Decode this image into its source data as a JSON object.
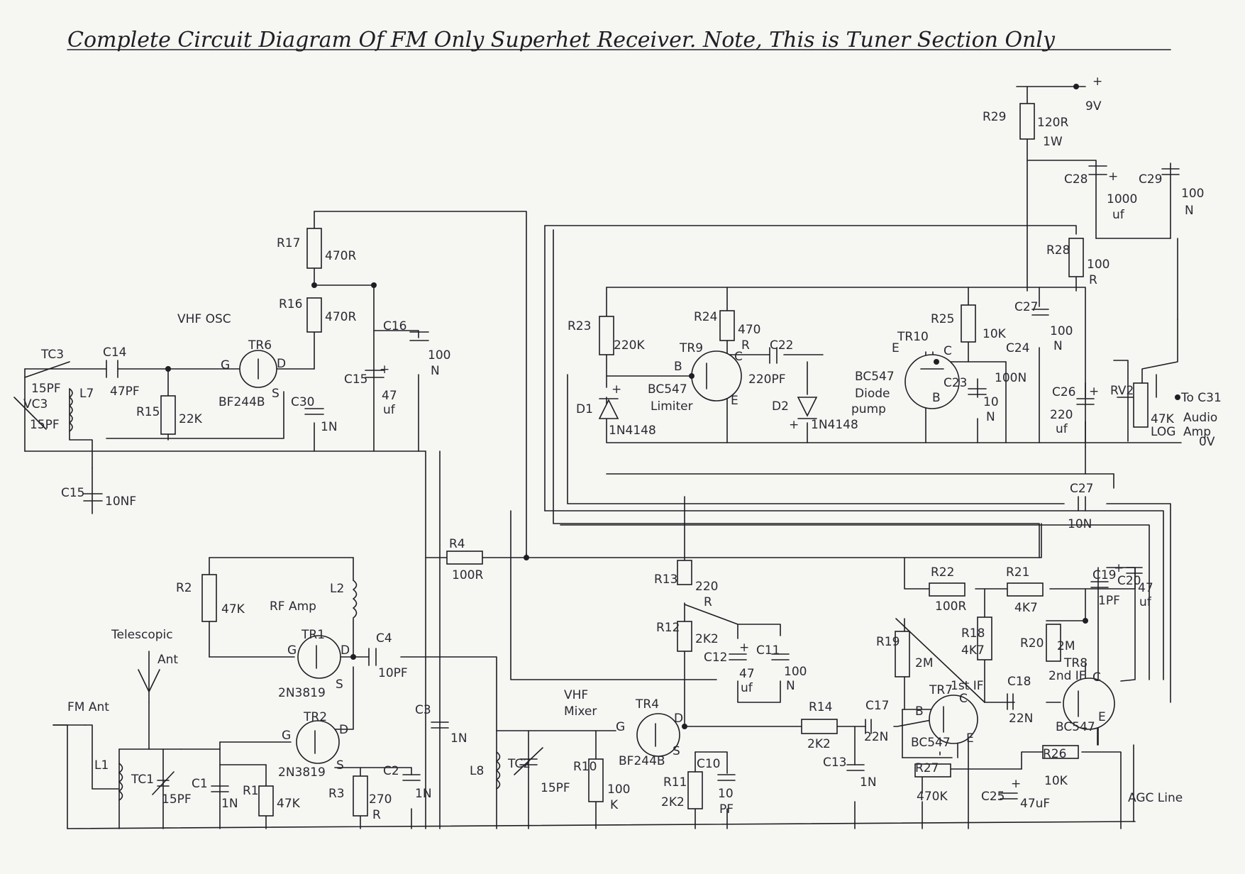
{
  "title": "Complete Circuit Diagram Of FM Only Superhet Receiver. Note, This is Tuner Section Only",
  "supply": {
    "plus": "+",
    "voltage": "9V",
    "zero": "0V"
  },
  "sections": {
    "vhf_osc": "VHF OSC",
    "rf_amp": "RF Amp",
    "vhf_mixer_1": "VHF",
    "vhf_mixer_2": "Mixer",
    "telescopic_1": "Telescopic",
    "telescopic_2": "Ant",
    "fm_ant": "FM Ant",
    "agc": "AGC Line",
    "limiter": "Limiter",
    "diode_1": "Diode",
    "diode_2": "pump",
    "audio_1": "Audio",
    "audio_2": "Amp",
    "first_if": "1st IF",
    "second_if": "2nd IF"
  },
  "components": {
    "R29": {
      "ref": "R29",
      "v1": "120R",
      "v2": "1W"
    },
    "C28": {
      "ref": "C28",
      "v1": "1000",
      "v2": "uf",
      "pol": "+"
    },
    "C29": {
      "ref": "C29",
      "v1": "100",
      "v2": "N"
    },
    "R28": {
      "ref": "R28",
      "v1": "100",
      "v2": "R"
    },
    "R17": {
      "ref": "R17",
      "v1": "470R"
    },
    "R16": {
      "ref": "R16",
      "v1": "470R"
    },
    "C16": {
      "ref": "C16",
      "v1": "100",
      "v2": "N"
    },
    "C15a": {
      "ref": "C15",
      "v1": "47",
      "v2": "uf",
      "pol": "+"
    },
    "C30": {
      "ref": "C30",
      "v1": "1N"
    },
    "TR6": {
      "ref": "TR6",
      "type": "BF244B",
      "g": "G",
      "d": "D",
      "s": "S"
    },
    "C14": {
      "ref": "C14",
      "v1": "47PF"
    },
    "R15": {
      "ref": "R15",
      "v1": "22K"
    },
    "TC3": {
      "ref": "TC3",
      "v1": "15PF"
    },
    "VC3": {
      "ref": "VC3",
      "v1": "15PF"
    },
    "L7": {
      "ref": "L7"
    },
    "C15b": {
      "ref": "C15",
      "v1": "10NF"
    },
    "R23": {
      "ref": "R23",
      "v1": "220K"
    },
    "D1": {
      "ref": "D1",
      "type": "1N4148",
      "pol": "+"
    },
    "R24": {
      "ref": "R24",
      "v1": "470",
      "v2": "R"
    },
    "TR9": {
      "ref": "TR9",
      "type": "BC547",
      "b": "B",
      "c": "C",
      "e": "E"
    },
    "C22": {
      "ref": "C22",
      "v1": "220PF"
    },
    "D2": {
      "ref": "D2",
      "type": "1N4148",
      "pol": "+"
    },
    "TR10": {
      "ref": "TR10",
      "type": "BC547",
      "b": "B",
      "c": "C",
      "e": "E"
    },
    "R25": {
      "ref": "R25",
      "v1": "10K"
    },
    "C23": {
      "ref": "C23",
      "v1": "10",
      "v2": "N"
    },
    "C24": {
      "ref": "C24",
      "v1": "100N"
    },
    "C27a": {
      "ref": "C27",
      "v1": "100",
      "v2": "N"
    },
    "C26": {
      "ref": "C26",
      "v1": "220",
      "v2": "uf",
      "pol": "+"
    },
    "RV2": {
      "ref": "RV2",
      "v1": "47K",
      "v2": "LOG"
    },
    "C31": {
      "ref": "To C31"
    },
    "C27b": {
      "ref": "C27",
      "v1": "10N"
    },
    "R4": {
      "ref": "R4",
      "v1": "100R"
    },
    "R2": {
      "ref": "R2",
      "v1": "47K"
    },
    "L2": {
      "ref": "L2"
    },
    "TR1": {
      "ref": "TR1",
      "type": "2N3819",
      "g": "G",
      "d": "D",
      "s": "S"
    },
    "C4": {
      "ref": "C4",
      "v1": "10PF"
    },
    "TR2": {
      "ref": "TR2",
      "type": "2N3819",
      "g": "G",
      "d": "D",
      "s": "S"
    },
    "C1": {
      "ref": "C1",
      "v1": "1N"
    },
    "R1": {
      "ref": "R1",
      "v1": "47K"
    },
    "R3": {
      "ref": "R3",
      "v1": "270",
      "v2": "R"
    },
    "C2": {
      "ref": "C2",
      "v1": "1N"
    },
    "L1": {
      "ref": "L1"
    },
    "TC1": {
      "ref": "TC1",
      "v1": "15PF"
    },
    "C3": {
      "ref": "C3",
      "v1": "1N"
    },
    "L8": {
      "ref": "L8"
    },
    "TC2": {
      "ref": "TC2",
      "v1": "15PF"
    },
    "R10": {
      "ref": "R10",
      "v1": "100",
      "v2": "K"
    },
    "TR4": {
      "ref": "TR4",
      "type": "BF244B",
      "g": "G",
      "d": "D",
      "s": "S"
    },
    "R13": {
      "ref": "R13",
      "v1": "220",
      "v2": "R"
    },
    "R12": {
      "ref": "R12",
      "v1": "2K2"
    },
    "C12": {
      "ref": "C12",
      "v1": "47",
      "v2": "uf",
      "pol": "+"
    },
    "C11": {
      "ref": "C11",
      "v1": "100",
      "v2": "N"
    },
    "R11": {
      "ref": "R11",
      "v1": "2K2"
    },
    "C10": {
      "ref": "C10",
      "v1": "10",
      "v2": "PF"
    },
    "R14": {
      "ref": "R14",
      "v1": "2K2"
    },
    "C17": {
      "ref": "C17",
      "v1": "22N"
    },
    "C13": {
      "ref": "C13",
      "v1": "1N"
    },
    "R19": {
      "ref": "R19",
      "v1": "2M"
    },
    "TR7": {
      "ref": "TR7",
      "type": "BC547",
      "b": "B",
      "c": "C",
      "e": "E"
    },
    "R22": {
      "ref": "R22",
      "v1": "100R"
    },
    "R18": {
      "ref": "R18",
      "v1": "4K7"
    },
    "R21": {
      "ref": "R21",
      "v1": "4K7"
    },
    "C19": {
      "ref": "C19",
      "v1": "1PF"
    },
    "C20": {
      "ref": "C20",
      "v1": "47",
      "v2": "uf",
      "pol": "+"
    },
    "R20": {
      "ref": "R20",
      "v1": "2M"
    },
    "TR8": {
      "ref": "TR8",
      "type": "BC547",
      "c": "C",
      "e": "E"
    },
    "C18": {
      "ref": "C18",
      "v1": "22N"
    },
    "R27": {
      "ref": "R27",
      "v1": "470K"
    },
    "C25": {
      "ref": "C25",
      "v1": "47uF",
      "pol": "+"
    },
    "R26": {
      "ref": "R26",
      "v1": "10K"
    }
  }
}
